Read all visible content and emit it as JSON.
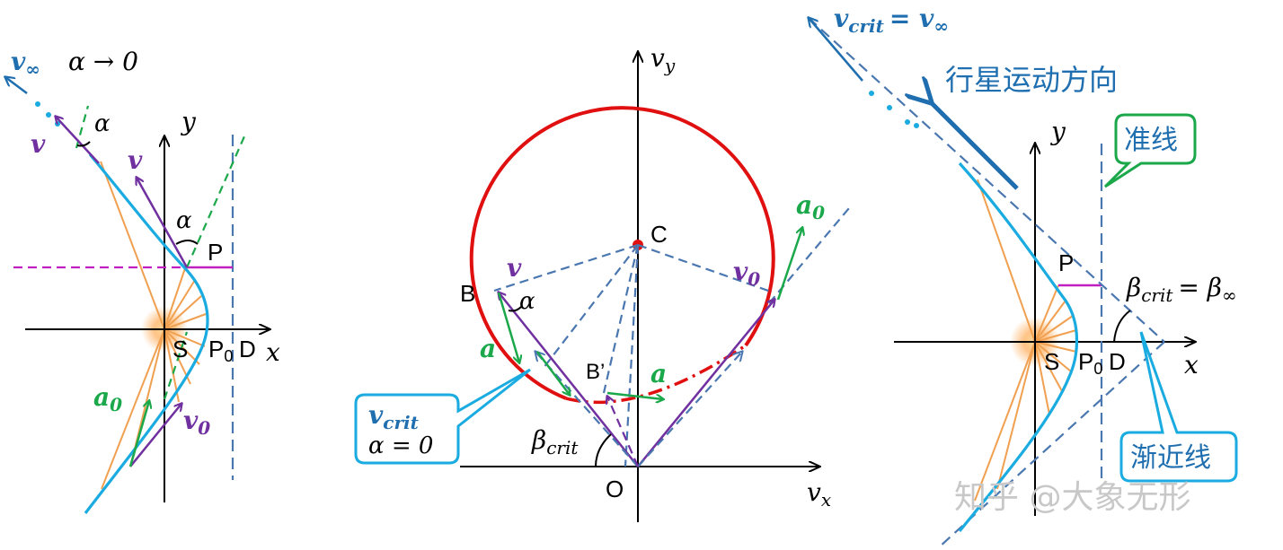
{
  "colors": {
    "curve": "#1aabe0",
    "circle": "#e01010",
    "velocity": "#7030a0",
    "accel": "#1aa84a",
    "dashed_blue": "#4a77b0",
    "magenta": "#c020c0",
    "orange": "#f0a050",
    "axis": "#000000",
    "text_blue": "#1f6fb0",
    "watermark": "#c8c8c8"
  },
  "left_panel": {
    "v_inf": "v",
    "v_inf_sub": "∞",
    "alpha_limit": "α → 0",
    "alpha_top": "α",
    "alpha_mid": "α",
    "v_label_1": "v",
    "v_label_2": "v",
    "y_axis": "y",
    "x_axis": "x",
    "P": "P",
    "S": "S",
    "P0": "P",
    "P0_sub": "0",
    "D": "D",
    "a0": "a",
    "a0_sub": "0",
    "v0": "v",
    "v0_sub": "0"
  },
  "middle_panel": {
    "vy": "v",
    "vy_sub": "y",
    "vx": "v",
    "vx_sub": "x",
    "C": "C",
    "B": "B",
    "B_prime": "B’",
    "O": "O",
    "v": "v",
    "alpha": "α",
    "a_left": "a",
    "a_mid": "a",
    "a0": "a",
    "a0_sub": "0",
    "v0": "v",
    "v0_sub": "0",
    "beta_crit": "β",
    "beta_crit_sub": "crit",
    "callout_v": "v",
    "callout_v_sub": "crit",
    "callout_alpha": "α = 0"
  },
  "right_panel": {
    "v_crit_eq": "v",
    "v_crit_sub": "crit",
    "v_crit_rhs": "= v",
    "v_crit_rhs_sub": "∞",
    "planet_motion": "行星运动方向",
    "directrix": "准线",
    "asymptote": "渐近线",
    "y_axis": "y",
    "x_axis": "x",
    "P": "P",
    "S": "S",
    "P0": "P",
    "P0_sub": "0",
    "D": "D",
    "beta_eq": "β",
    "beta_eq_sub": "crit",
    "beta_eq_rhs": "= β",
    "beta_eq_rhs_sub": "∞"
  },
  "watermark": "知乎 @大象无形"
}
